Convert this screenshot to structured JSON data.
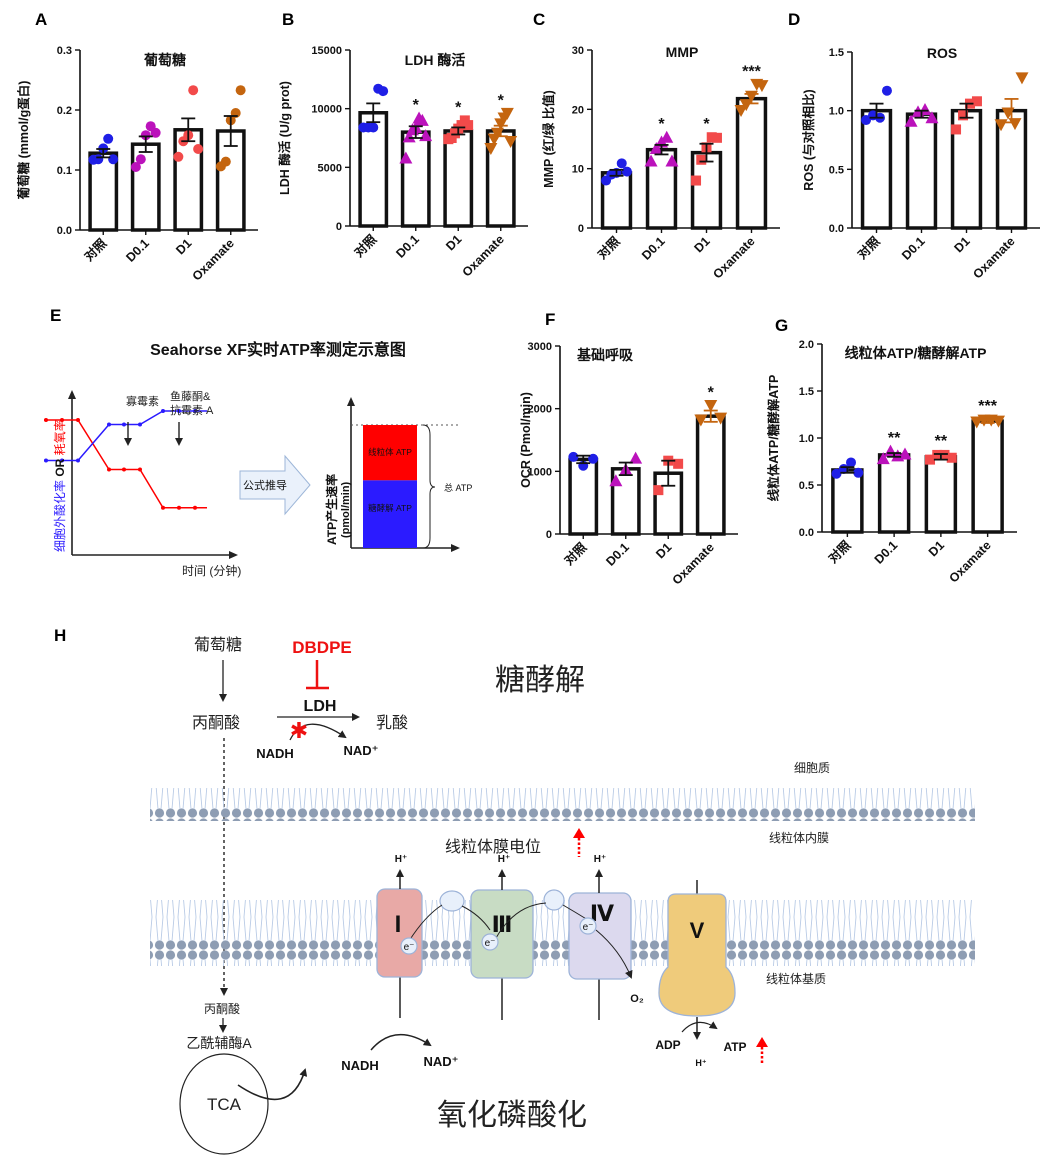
{
  "panel_labels": [
    "A",
    "B",
    "C",
    "D",
    "E",
    "F",
    "G",
    "H"
  ],
  "group_colors": {
    "对照": "#1f1fe6",
    "D0.1": "#bb12bb",
    "D1": "#f24a4a",
    "Oxamate": "#c4650f"
  },
  "chart_data": [
    {
      "id": "A",
      "type": "bar",
      "title": "葡萄糖",
      "ylabel": "葡萄糖 (mmol/g蛋白)",
      "xlabel": "",
      "categories": [
        "对照",
        "D0.1",
        "D1",
        "Oxamate"
      ],
      "ylim": [
        0,
        0.3
      ],
      "yticks": [
        0.0,
        0.1,
        0.2,
        0.3
      ],
      "ytick_labels": [
        "0.0",
        "0.1",
        "0.2",
        "0.3"
      ],
      "grid": false,
      "means": [
        0.128,
        0.143,
        0.167,
        0.165
      ],
      "sem": [
        0.007,
        0.013,
        0.019,
        0.025
      ],
      "markers": [
        "circle",
        "circle",
        "circle",
        "circle"
      ],
      "points": [
        [
          0.117,
          0.118,
          0.136,
          0.152,
          0.118
        ],
        [
          0.105,
          0.118,
          0.158,
          0.173,
          0.162
        ],
        [
          0.122,
          0.148,
          0.158,
          0.233,
          0.135
        ],
        [
          0.106,
          0.114,
          0.183,
          0.195,
          0.233
        ]
      ],
      "significance": [
        "",
        "",
        "",
        ""
      ]
    },
    {
      "id": "B",
      "type": "bar",
      "title": "LDH 酶活",
      "ylabel": "LDH 酶活 (U/g prot)",
      "xlabel": "",
      "categories": [
        "对照",
        "D0.1",
        "D1",
        "Oxamate"
      ],
      "ylim": [
        0,
        15000
      ],
      "yticks": [
        0,
        5000,
        10000,
        15000
      ],
      "ytick_labels": [
        "0",
        "5000",
        "10000",
        "15000"
      ],
      "grid": false,
      "means": [
        9650,
        8000,
        8100,
        8100
      ],
      "sem": [
        800,
        500,
        300,
        450
      ],
      "markers": [
        "circle",
        "triangle-up",
        "square",
        "triangle-down"
      ],
      "points": [
        [
          8400,
          8400,
          8400,
          11700,
          11500
        ],
        [
          5800,
          7600,
          8200,
          8400,
          9200,
          9000,
          7700
        ],
        [
          7400,
          7500,
          7900,
          8300,
          8600,
          9000,
          8600
        ],
        [
          6600,
          7400,
          7900,
          8700,
          9200,
          9600,
          7200
        ]
      ],
      "significance": [
        "",
        "*",
        "*",
        "*"
      ]
    },
    {
      "id": "C",
      "type": "bar",
      "title": "MMP",
      "ylabel": "MMP (红/绿 比值)",
      "xlabel": "",
      "categories": [
        "对照",
        "D0.1",
        "D1",
        "Oxamate"
      ],
      "ylim": [
        0,
        30
      ],
      "yticks": [
        0,
        10,
        20,
        30
      ],
      "ytick_labels": [
        "0",
        "10",
        "20",
        "30"
      ],
      "grid": false,
      "means": [
        9.3,
        13.2,
        12.7,
        21.8
      ],
      "sem": [
        0.5,
        0.8,
        1.5,
        0.8
      ],
      "markers": [
        "circle",
        "triangle-up",
        "square",
        "triangle-down"
      ],
      "points": [
        [
          8.0,
          9.0,
          9.3,
          10.9,
          9.5
        ],
        [
          11.3,
          13.4,
          14.5,
          15.3,
          11.3
        ],
        [
          8.0,
          11.5,
          13.6,
          15.3,
          15.2
        ],
        [
          19.8,
          20.8,
          22.2,
          24.2,
          24.0
        ]
      ],
      "significance": [
        "",
        "*",
        "*",
        "***"
      ]
    },
    {
      "id": "D",
      "type": "bar",
      "title": "ROS",
      "ylabel": "ROS (与对照相比)",
      "xlabel": "",
      "categories": [
        "对照",
        "D0.1",
        "D1",
        "Oxamate"
      ],
      "ylim": [
        0,
        1.5
      ],
      "yticks": [
        0.0,
        0.5,
        1.0,
        1.5
      ],
      "ytick_labels": [
        "0.0",
        "0.5",
        "1.0",
        "1.5"
      ],
      "grid": false,
      "means": [
        1.0,
        0.97,
        1.0,
        1.0
      ],
      "sem": [
        0.06,
        0.03,
        0.06,
        0.1
      ],
      "markers": [
        "circle",
        "triangle-up",
        "square",
        "triangle-down"
      ],
      "points": [
        [
          0.92,
          0.96,
          0.94,
          1.17
        ],
        [
          0.91,
          0.99,
          1.01,
          0.94
        ],
        [
          0.84,
          0.96,
          1.06,
          1.08
        ],
        [
          0.88,
          0.98,
          0.89,
          1.28
        ]
      ],
      "significance": [
        "",
        "",
        "",
        ""
      ]
    },
    {
      "id": "F",
      "type": "bar",
      "title": "基础呼吸",
      "ylabel": "OCR (Pmol/min)",
      "xlabel": "",
      "categories": [
        "对照",
        "D0.1",
        "D1",
        "Oxamate"
      ],
      "ylim": [
        0,
        3000
      ],
      "yticks": [
        0,
        1000,
        2000,
        3000
      ],
      "ytick_labels": [
        "0",
        "1000",
        "2000",
        "3000"
      ],
      "grid": false,
      "means": [
        1190,
        1040,
        970,
        1880
      ],
      "sem": [
        60,
        100,
        200,
        90
      ],
      "markers": [
        "circle",
        "triangle-up",
        "square",
        "triangle-down"
      ],
      "points": [
        [
          1230,
          1090,
          1200
        ],
        [
          850,
          1030,
          1210
        ],
        [
          700,
          1170,
          1120
        ],
        [
          1820,
          2050,
          1850
        ]
      ],
      "significance": [
        "",
        "",
        "",
        "*"
      ]
    },
    {
      "id": "G",
      "type": "bar",
      "title": "线粒体ATP/糖酵解ATP",
      "ylabel": "线粒体ATP/糖酵解ATP",
      "xlabel": "",
      "categories": [
        "对照",
        "D0.1",
        "D1",
        "Oxamate"
      ],
      "ylim": [
        0,
        2.0
      ],
      "yticks": [
        0.0,
        0.5,
        1.0,
        1.5,
        2.0
      ],
      "ytick_labels": [
        "0.0",
        "0.5",
        "1.0",
        "1.5",
        "2.0"
      ],
      "grid": false,
      "means": [
        0.66,
        0.82,
        0.8,
        1.18
      ],
      "sem": [
        0.03,
        0.02,
        0.03,
        0.02
      ],
      "markers": [
        "circle",
        "triangle-up",
        "square",
        "triangle-down"
      ],
      "points": [
        [
          0.62,
          0.67,
          0.74,
          0.63
        ],
        [
          0.78,
          0.86,
          0.81,
          0.83
        ],
        [
          0.77,
          0.82,
          0.82,
          0.79
        ],
        [
          1.17,
          1.19,
          1.19,
          1.18
        ]
      ],
      "significance": [
        "",
        "**",
        "**",
        "***"
      ]
    }
  ],
  "panelE": {
    "title": "Seahorse XF实时ATP率测定示意图",
    "ylabel_blue": "细胞外酸化率",
    "ylabel_or": " OR ",
    "ylabel_red": "耗氧率",
    "xlabel": "时间 (分钟)",
    "inject1": "寡霉素",
    "inject2_line1": "鱼藤酮&",
    "inject2_line2": "抗霉素 A",
    "arrow_label": "公式推导",
    "bar_ylabel_line1": "ATP产生速率",
    "bar_ylabel_line2": "(pmol/min)",
    "mito_atp": "线粒体 ATP",
    "glyco_atp": "糖酵解 ATP",
    "total_atp": "总 ATP",
    "red_line": [
      3,
      3,
      3,
      1.9,
      1.9,
      1.9,
      1.05,
      1.05,
      1.05
    ],
    "blue_line": [
      2.1,
      2.1,
      2.1,
      2.9,
      2.9,
      2.9,
      3.2,
      3.2,
      3.2
    ],
    "mito_fraction": 0.45,
    "colors": {
      "red": "#ff0000",
      "blue": "#2b1bff",
      "arrow_fill": "#eaf1fb",
      "arrow_stroke": "#9db6d8"
    }
  },
  "panelH": {
    "glucose": "葡萄糖",
    "inhibitor": "DBDPE",
    "enzyme": "LDH",
    "pyruvate": "丙酮酸",
    "lactate": "乳酸",
    "nadh": "NADH",
    "nad": "NAD⁺",
    "glycolysis_title": "糖酵解",
    "cytoplasm": "细胞质",
    "inner_membrane": "线粒体内膜",
    "matrix": "线粒体基质",
    "mmp_label": "线粒体膜电位",
    "h_plus": "H⁺",
    "complex_I": "I",
    "complex_III": "Ⅲ",
    "complex_IV": "Ⅳ",
    "complex_V": "V",
    "electron": "e⁻",
    "pyruvate2": "丙酮酸",
    "acetyl_coa": "乙酰辅酶A",
    "tca": "TCA",
    "nadh2": "NADH",
    "nad2": "NAD⁺",
    "o2": "O₂",
    "adp": "ADP",
    "atp": "ATP",
    "h_plus2": "H⁺",
    "oxphos_title": "氧化磷酸化",
    "colors": {
      "inhibitor": "#ee1111",
      "lipid_head": "#8e9db3",
      "lipid_tail": "#b9cbe6",
      "complex_I": "#e8a9a6",
      "complex_III": "#c8dcc4",
      "complex_IV": "#dcd9ee",
      "complex_V": "#efcb7b",
      "complex_stroke": "#9db3d8",
      "carrier": "#e8f0fb"
    }
  }
}
